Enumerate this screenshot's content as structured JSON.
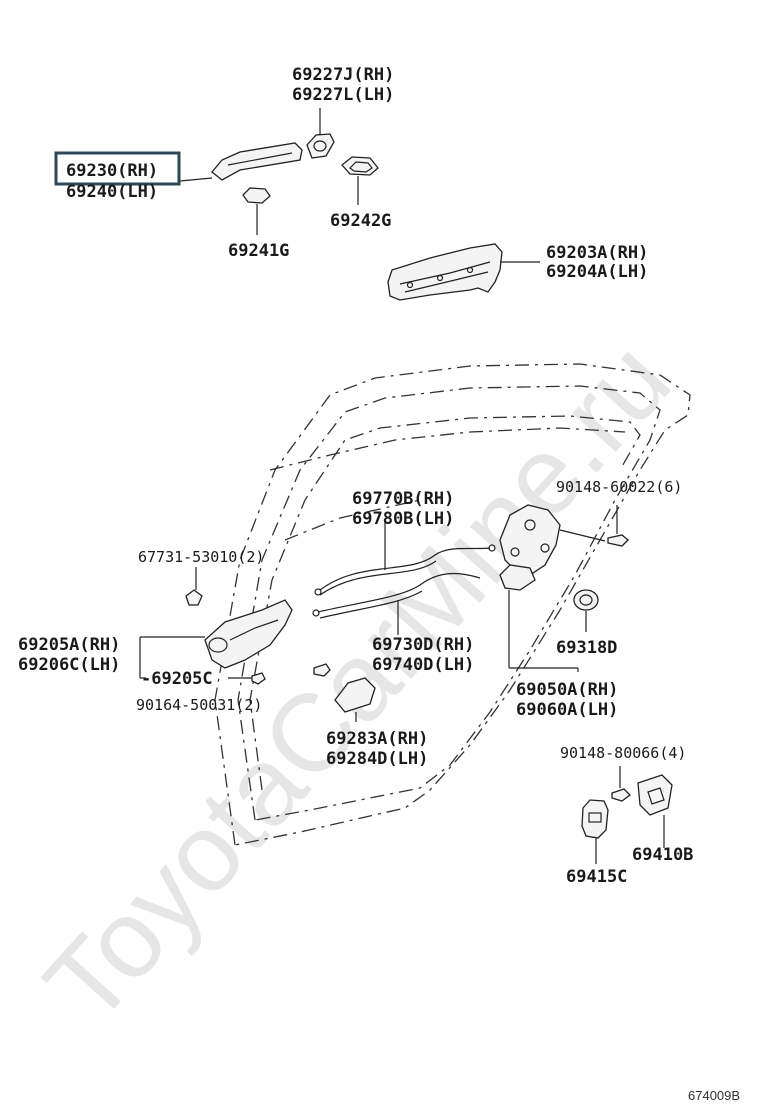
{
  "watermark": "ToyotaCarMine.ru",
  "figure_code": "674009B",
  "highlighted_part": "69230 (RH)",
  "labels": {
    "p69227J": "69227J(RH)",
    "p69227L": "69227L(LH)",
    "p69230": "69230(RH)",
    "p69240": "69240(LH)",
    "p69242G": "69242G",
    "p69241G": "69241G",
    "p69203A": "69203A(RH)",
    "p69204A": "69204A(LH)",
    "p69770B": "69770B(RH)",
    "p69780B": "69780B(LH)",
    "p90148_60022": "90148-60022(6)",
    "p67731": "67731-53010(2)",
    "p69205A": "69205A(RH)",
    "p69206C": "69206C(LH)",
    "p69205C": "-69205C",
    "p90164": "90164-50031(2)",
    "p69730D": "69730D(RH)",
    "p69740D": "69740D(LH)",
    "p69318D": "69318D",
    "p69050A": "69050A(RH)",
    "p69060A": "69060A(LH)",
    "p69283A": "69283A(RH)",
    "p69284D": "69284D(LH)",
    "p90148_80066": "90148-80066(4)",
    "p69410B": "69410B",
    "p69415C": "69415C"
  }
}
